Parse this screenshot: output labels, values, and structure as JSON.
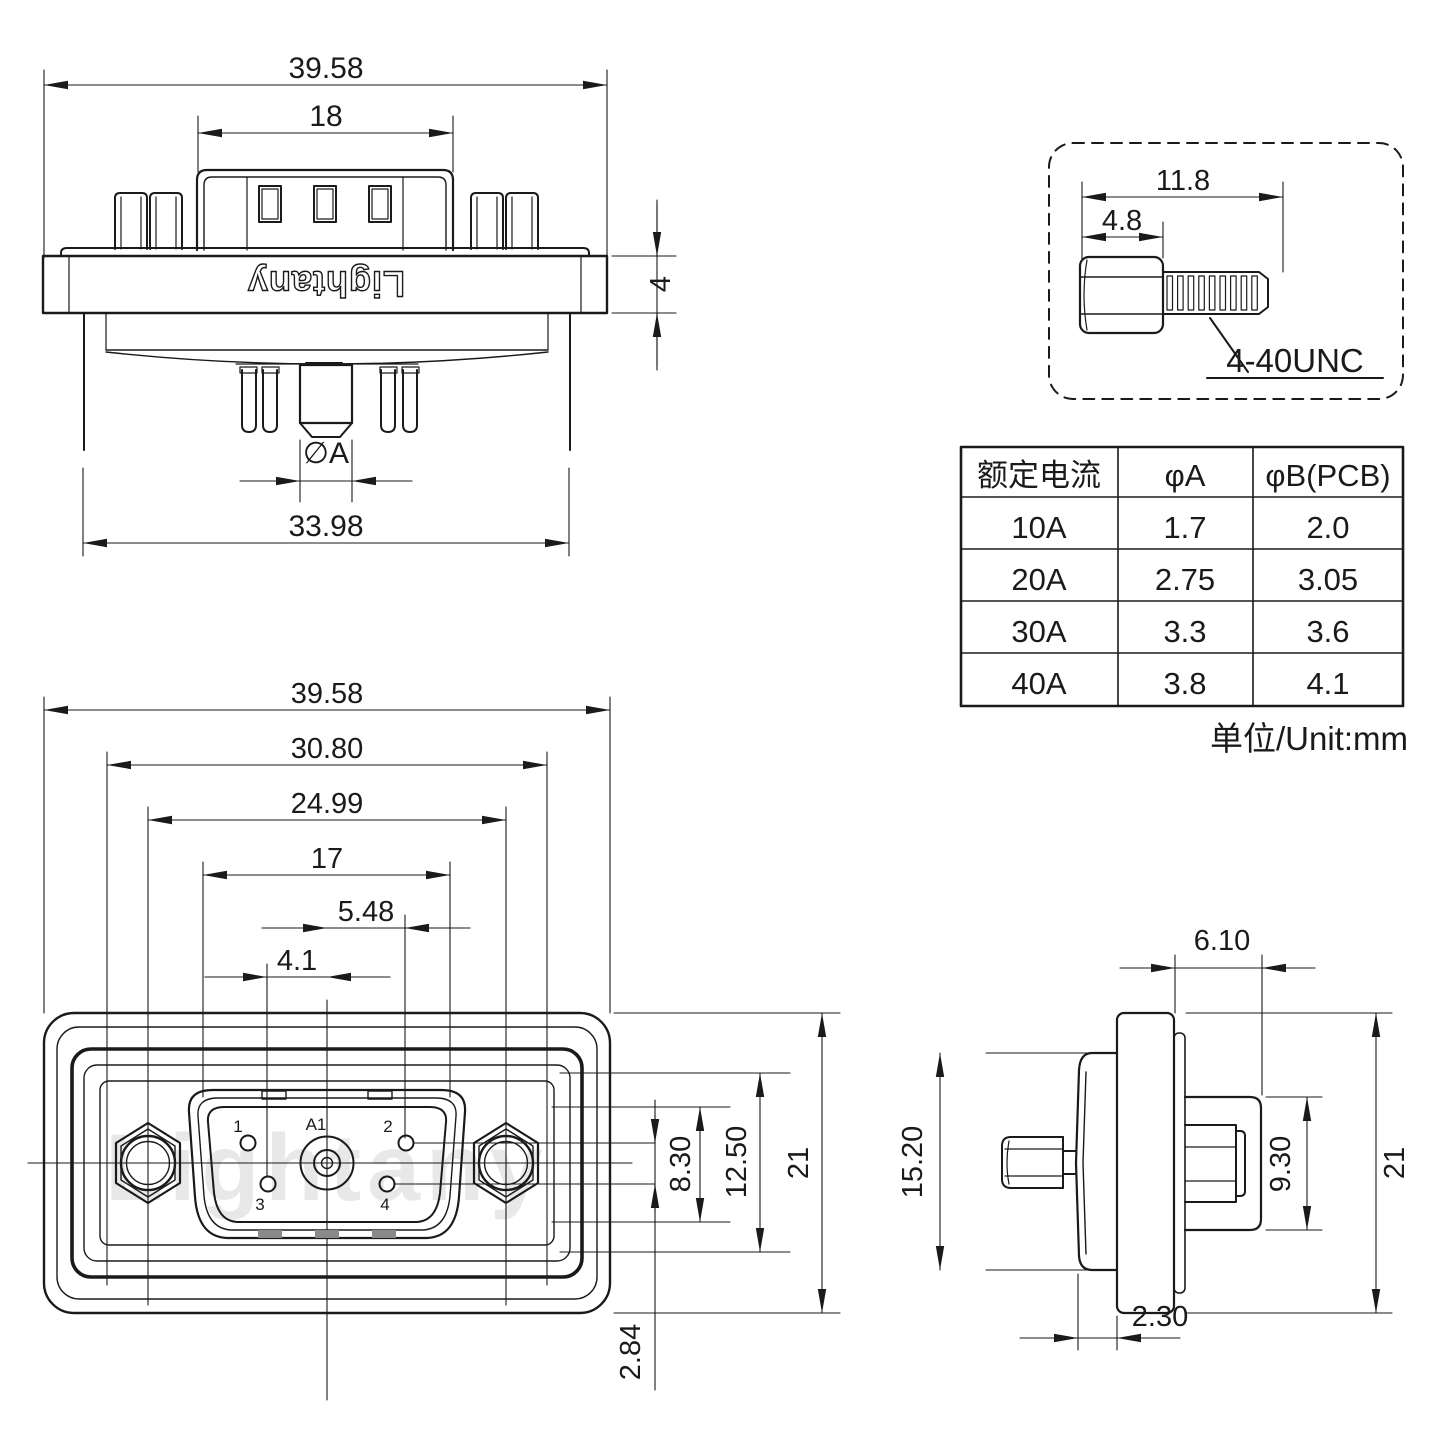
{
  "brand": {
    "logo": "Lightany",
    "watermark": "Lightany"
  },
  "colors": {
    "line": "#1a1a1a",
    "watermark": "#e8e8e8",
    "background": "#ffffff",
    "tab_fill": "#8a8a8a"
  },
  "top_view": {
    "dims": {
      "overall_width": "39.58",
      "insert_width": "18",
      "flange_thickness": "4",
      "center_pin_dia": "∅A",
      "body_width": "33.98"
    }
  },
  "screw_detail": {
    "dims": {
      "total_length": "11.8",
      "head_length": "4.8"
    },
    "thread_label": "4-40UNC"
  },
  "spec_table": {
    "headers": [
      "额定电流",
      "φA",
      "φB(PCB)"
    ],
    "rows": [
      [
        "10A",
        "1.7",
        "2.0"
      ],
      [
        "20A",
        "2.75",
        "3.05"
      ],
      [
        "30A",
        "3.3",
        "3.6"
      ],
      [
        "40A",
        "3.8",
        "4.1"
      ]
    ],
    "unit_note": "单位/Unit:mm"
  },
  "front_view": {
    "dims": {
      "overall_width": "39.58",
      "shell_width": "30.80",
      "mount_spacing": "24.99",
      "insert_width": "17",
      "pin2_offset": "5.48",
      "pin3_offset": "4.1",
      "insert_height": "8.30",
      "shell_height": "12.50",
      "overall_height": "21",
      "row_spacing": "2.84"
    },
    "pin_labels": {
      "p1": "1",
      "p2": "2",
      "p3": "3",
      "p4": "4",
      "a1": "A1"
    }
  },
  "side_view": {
    "dims": {
      "boss_length": "6.10",
      "body_height": "15.20",
      "boss_height": "9.30",
      "overall_height": "21",
      "flange_offset": "2.30"
    }
  }
}
